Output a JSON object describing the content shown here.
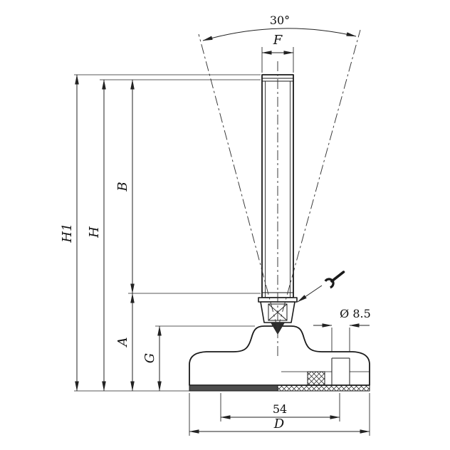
{
  "colors": {
    "line": "#1a1a1a",
    "rubber_pad": "#4d4d4d",
    "background": "#ffffff"
  },
  "drawing": {
    "labels": {
      "swivel_angle": "30°",
      "stud_diameter": "F",
      "thread_length": "B",
      "stud_height": "H",
      "overall_height": "H1",
      "lower_section": "A",
      "base_height": "G",
      "mounting_hole_diameter": "Ø 8.5",
      "hole_distance": "54",
      "base_diameter": "D"
    },
    "icons": {
      "wrench": "wrench-icon"
    }
  }
}
